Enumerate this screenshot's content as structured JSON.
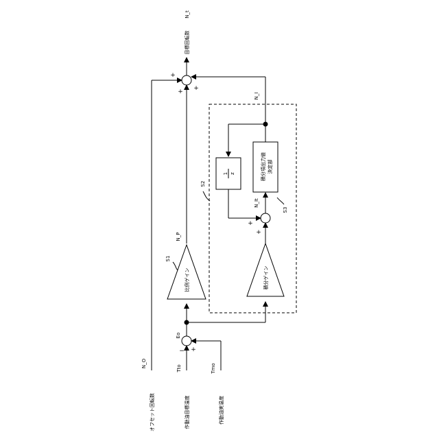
{
  "signals": {
    "target_speed": "目標回転数",
    "target_speed_symbol": "N_t",
    "offset_speed": "オフセット回転数",
    "offset_symbol": "N_O",
    "oil_target_temp": "作動油目標温度",
    "oil_target_symbol": "Tto",
    "oil_actual_temp": "作動油実温度",
    "oil_actual_symbol": "Tmo",
    "error_symbol": "Eo",
    "proportional_symbol": "N_P",
    "integral_symbol": "N_I",
    "integral_temp_symbol": "N_It"
  },
  "blocks": {
    "proportional_gain": "比例ゲイン",
    "integral_gain": "積分ゲイン",
    "delay_numerator": "1",
    "delay_denominator": "z",
    "integral_output_line1": "積分項出力値",
    "integral_output_line2": "決定部"
  },
  "refs": {
    "s1": "S1",
    "s2": "S2",
    "s3": "S3"
  },
  "signs": {
    "plus": "+",
    "minus": "−"
  }
}
